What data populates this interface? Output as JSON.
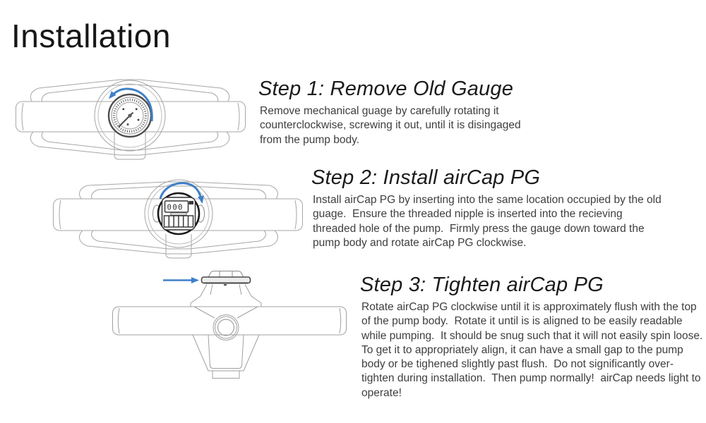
{
  "page": {
    "title": "Installation"
  },
  "colors": {
    "accent_blue": "#3d80c8",
    "line_art_gray": "#a6a6a6",
    "heading_text": "#1b1b1b",
    "body_text": "#3e3e3e"
  },
  "steps": [
    {
      "heading": "Step 1: Remove Old Gauge",
      "body": "Remove mechanical guage by carefully rotating it counterclockwise, screwing it out, until it is disingaged from the pump body.",
      "figure": {
        "name": "pump-top-view-analog-gauge",
        "rotation_arrow": "counterclockwise"
      }
    },
    {
      "heading": "Step 2: Install airCap PG",
      "body": "Install airCap PG by inserting into the same location occupied by the old guage.  Ensure the threaded nipple is inserted into the recieving threaded hole of the pump.  Firmly press the gauge down toward the pump body and rotate airCap PG clockwise.",
      "figure": {
        "name": "pump-top-view-aircap-pg-installed",
        "rotation_arrow": "clockwise",
        "lcd_digits": "000"
      }
    },
    {
      "heading": "Step 3: Tighten airCap PG",
      "body": "Rotate airCap PG clockwise until it is approximately flush with the top of the pump body.  Rotate it until is is aligned to be easily readable while pumping.  It should be snug such that it will not easily spin loose.  To get it to appropriately align, it can have a small gap to the pump body or be tighened slightly past flush.  Do not significantly over-tighten during installation.  Then pump normally!  airCap needs light to operate!",
      "figure": {
        "name": "pump-side-view-aircap-flush",
        "arrow": "flush-indicator"
      }
    }
  ]
}
